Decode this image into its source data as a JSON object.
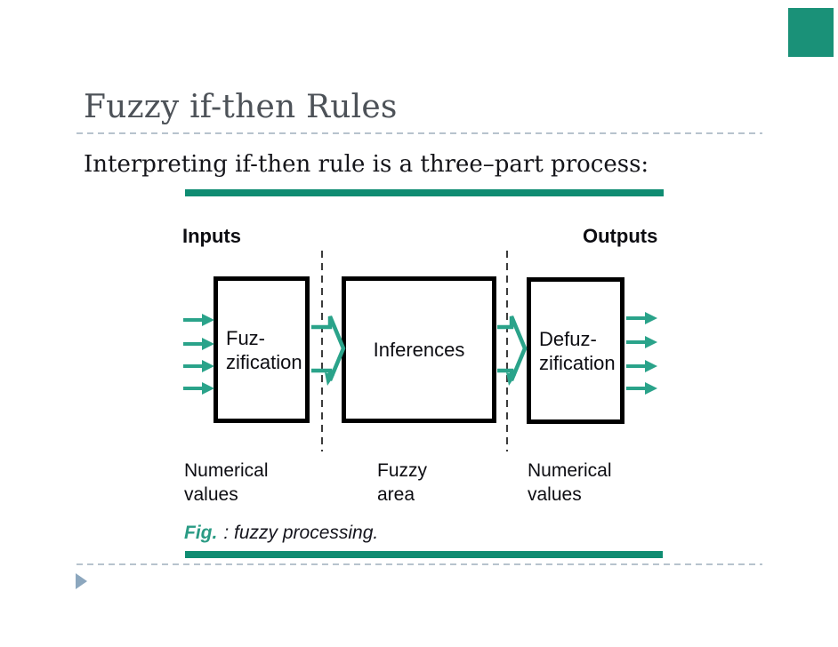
{
  "slide": {
    "title": "Fuzzy if-then Rules",
    "subtitle": "Interpreting if-then rule is a three–part process:"
  },
  "figure": {
    "inputs_label": "Inputs",
    "outputs_label": "Outputs",
    "boxes": [
      {
        "line1": "Fuz-",
        "line2": "zification"
      },
      {
        "line1": "Inferences"
      },
      {
        "line1": "Defuz-",
        "line2": "zification"
      }
    ],
    "stage_labels": [
      {
        "line1": "Numerical",
        "line2": "values"
      },
      {
        "line1": "Fuzzy",
        "line2": "area"
      },
      {
        "line1": "Numerical",
        "line2": "values"
      }
    ],
    "caption": {
      "label": "Fig.",
      "text": ": fuzzy processing."
    }
  },
  "colors": {
    "teal_bar": "#0f8c72",
    "diagram_arrow": "#2aa38a",
    "accent_square": "#1a9178",
    "fig_label": "#2a9b84",
    "title_text": "#4d5258",
    "dashed_rule": "#b7c3cd",
    "nav_triangle": "#8ca7be"
  }
}
